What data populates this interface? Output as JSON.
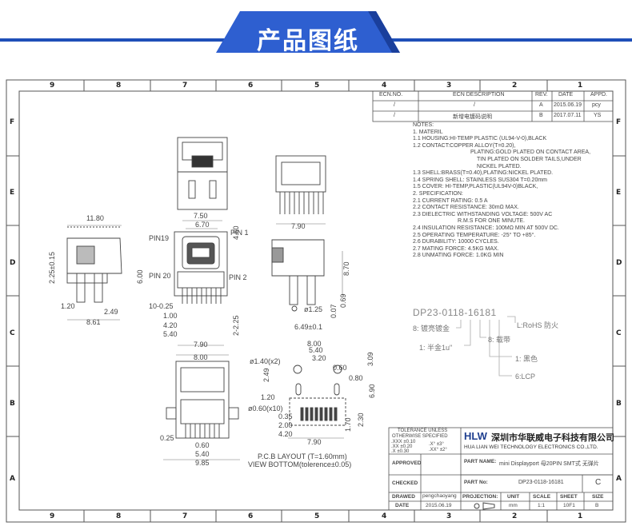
{
  "banner": {
    "title": "产品图纸"
  },
  "grid": {
    "cols_top": [
      "9",
      "8",
      "7",
      "6",
      "5",
      "4",
      "3",
      "2",
      "1"
    ],
    "rows": [
      "F",
      "E",
      "D",
      "C",
      "B",
      "A"
    ]
  },
  "revisions": {
    "headers": [
      "ECN.NO.",
      "ECN DESCRIPTION",
      "REV.",
      "DATE",
      "APPD."
    ],
    "rows": [
      [
        "/",
        "/",
        "A",
        "2015.06.19",
        "pcy"
      ],
      [
        "/",
        "新增电镀码说明",
        "B",
        "2017.07.11",
        "YS"
      ]
    ]
  },
  "notes": [
    "NOTES:",
    "1. MATERIL",
    "1.1 HOUSING:HI-TEMP PLASTIC (UL94-V-0),BLACK",
    "1.2 CONTACT:COPPER ALLOY(T=0.20),",
    "PLATING:GOLD PLATED ON CONTACT AREA,",
    "TIN PLATED ON SOLDER TAILS,UNDER",
    "NICKEL PLATED.",
    "1.3 SHELL:BRASS(T=0.40),PLATING:NICKEL PLATED.",
    "1.4 SPRING SHELL: STAINLESS SUS304 T=0.20mm",
    "1.5 COVER: HI-TEMP,PLASTIC(UL94V-0)BLACK,",
    "2. SPECIFICATION:",
    "2.1 CURRENT RATING: 0.5 A",
    "2.2 CONTACT RESISTANCE: 30mΩ MAX.",
    "2.3 DIELECTRIC WITHSTANDING VOLTAGE: 500V AC",
    "R.M.S FOR ONE MINUTE.",
    "2.4 INSULATION RESISTANCE: 100MΩ MIN AT 500V DC.",
    "2.5 OPERATING TEMPERATURE: -25° TO +85°.",
    "2.6 DURABILITY: 10000 CYCLES.",
    "2.7 MATING FORCE: 4.5KG MAX.",
    "2.8 UNMATING FORCE: 1.0KG MIN"
  ],
  "part_code": {
    "code": "DP23-0118-16181",
    "l_rohs": "L:RoHS  防火",
    "gold_shell": "8: 镀亮镀金",
    "tape": "8: 载带",
    "half_gold": "1: 半金1u\"",
    "black": "1: 黑色",
    "lcp": "6:LCP"
  },
  "dims": {
    "d1180": "11.80",
    "d750": "7.50",
    "d670": "6.70",
    "d460": "4.60",
    "pin19": "PIN19",
    "pin1": "PIN 1",
    "pin20": "PIN 20",
    "pin2": "PIN 2",
    "d600": "6.00",
    "d225": "2.25±0.15",
    "d120": "1.20",
    "d249": "2.49",
    "d861": "8.61",
    "d10x025": "10-0.25",
    "d100": "1.00",
    "d420": "4.20",
    "d540": "5.40",
    "d2x225": "2-2.25",
    "d790a": "7.90",
    "d790b": "7.90",
    "d870": "8.70",
    "d125": "ø1.25",
    "d649": "6.49±0.1",
    "d007": "0.07",
    "d069": "0.69",
    "d800a": "8.00",
    "d025": "0.25",
    "d060": "0.60",
    "d540b": "5.40",
    "d985": "9.85",
    "d140": "ø1.40(x2)",
    "d800b": "8.00",
    "d540c": "5.40",
    "d320": "3.20",
    "d060b": "0.60",
    "d309": "3.09",
    "d249b": "2.49",
    "d120b": "1.20",
    "d060x10": "ø0.60(x10)",
    "d080": "0.80",
    "d690": "6.90",
    "d035": "0.35",
    "d200": "2.00",
    "d420b": "4.20",
    "d170": "1.70",
    "d230": "2.30",
    "d790c": "7.90",
    "pcb_layout": "P.C.B LAYOUT (T=1.60mm)",
    "view_bottom": "VIEW BOTTOM(tolerence±0.05)"
  },
  "title_block": {
    "tolerance_title": "TOLERANCE UNLESS",
    "tolerance_sub": "OTHERWISE SPECIFIED",
    "tol_rows": [
      ".XXX ±0.10",
      ".XX ±0.20",
      ".X ±0.30"
    ],
    "tol_ang": [
      ".X° ±3°",
      ".XX° ±2°"
    ],
    "logo": "HLW",
    "company_cn": "深圳市华联威电子科技有限公司",
    "company_en": "HUA LIAN WEI TECHNOLOGY ELECTRONICS CO.,LTD.",
    "approved": "APPROVED",
    "part_name_label": "PART NAME:",
    "part_name": "mini Displayport 母20PIN SMT式 无弹片",
    "checked": "CHECKED",
    "part_no_label": "PART No:",
    "part_no": "DP23-0118-16181",
    "rev": "C",
    "drawed": "DRAWED",
    "drawer": "pengchaoyang",
    "projection": "PROJECTION:",
    "unit_label": "UNIT",
    "scale_label": "SCALE",
    "sheet_label": "SHEET",
    "size_label": "SIZE",
    "date_label": "DATE",
    "date": "2015.06.19",
    "unit": "mm",
    "scale": "1:1",
    "sheet": "10F1",
    "size": "B"
  },
  "colors": {
    "banner_blue": "#2e5fd0",
    "line_blue": "#1f4fb8",
    "line": "#555555"
  }
}
